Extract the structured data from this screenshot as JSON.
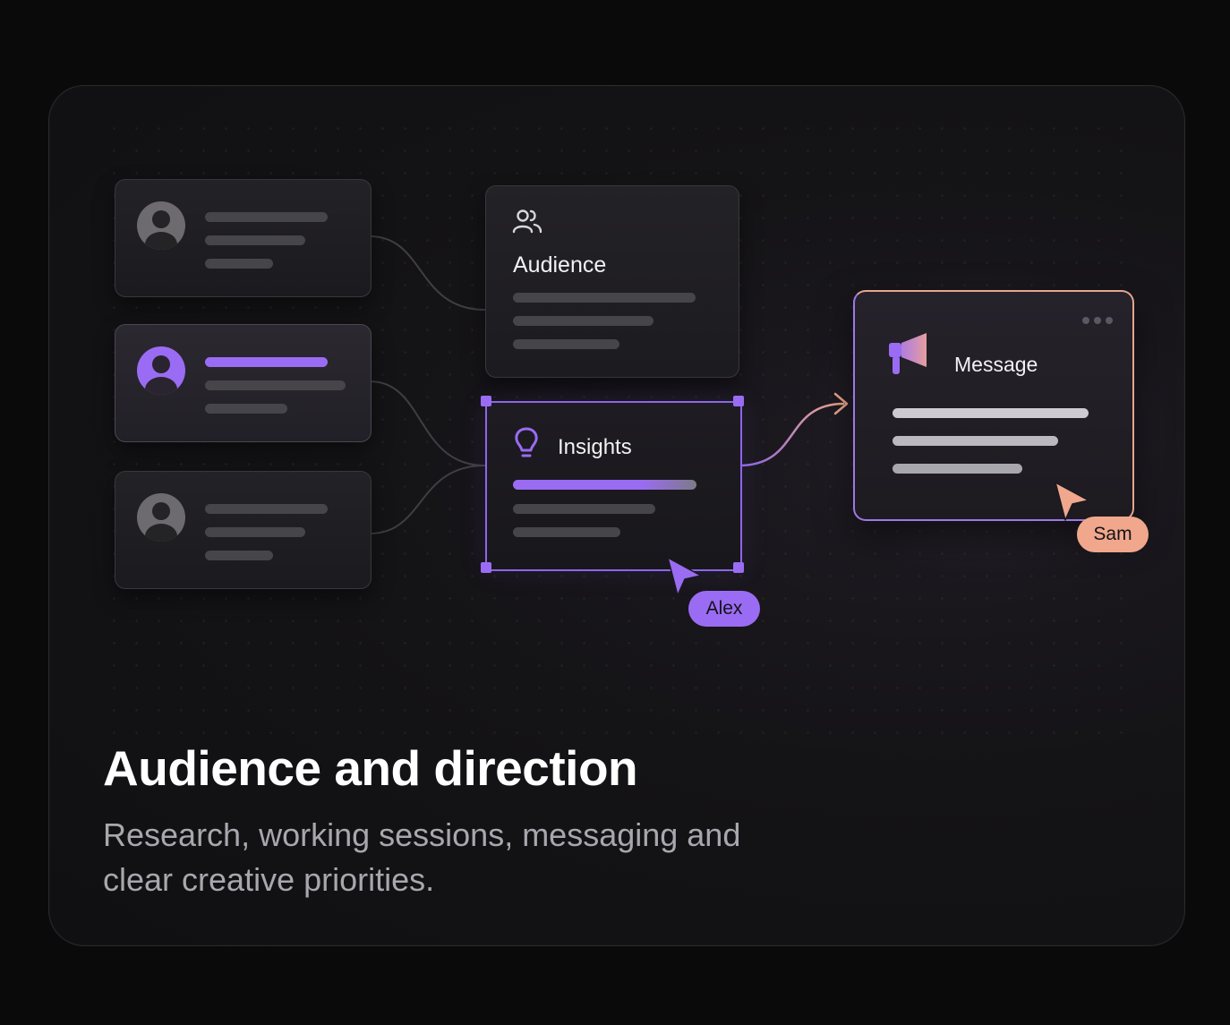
{
  "nodes": {
    "audience": "Audience",
    "insights": "Insights",
    "message": "Message"
  },
  "cursors": {
    "alex": "Alex",
    "sam": "Sam"
  },
  "heading": "Audience and direction",
  "description": "Research, working sessions, messaging and clear creative priorities.",
  "colors": {
    "accent_purple": "#9a6cf3",
    "accent_peach": "#f0a78c",
    "background": "#0a0a0b"
  },
  "icons": {
    "audience": "users-icon",
    "insights": "lightbulb-icon",
    "message": "megaphone-icon"
  }
}
